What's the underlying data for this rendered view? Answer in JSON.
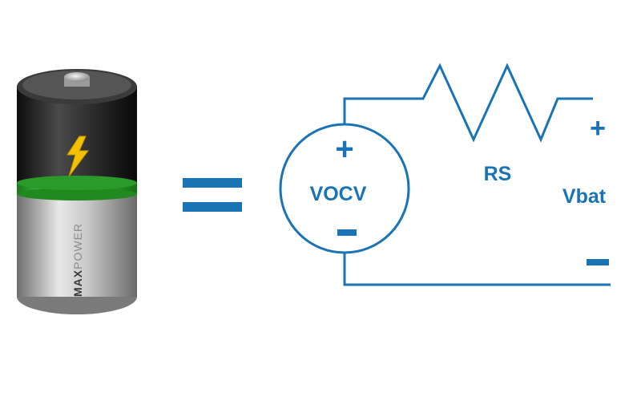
{
  "battery": {
    "brand_bold": "MAX",
    "brand_light": "POWER",
    "icon": "lightning-bolt-icon",
    "colors": {
      "top": "#1a1a1a",
      "band": "#2fb52f",
      "body": "#b5b5b5",
      "bolt": "#f2c200"
    }
  },
  "equals": {
    "icon": "equals-icon"
  },
  "circuit": {
    "source_label": "VOCV",
    "source_plus": "+",
    "source_minus": "–",
    "resistor_label": "RS",
    "output_label": "Vbat",
    "output_plus": "+",
    "output_minus": "–",
    "color": "#1a73b5"
  }
}
